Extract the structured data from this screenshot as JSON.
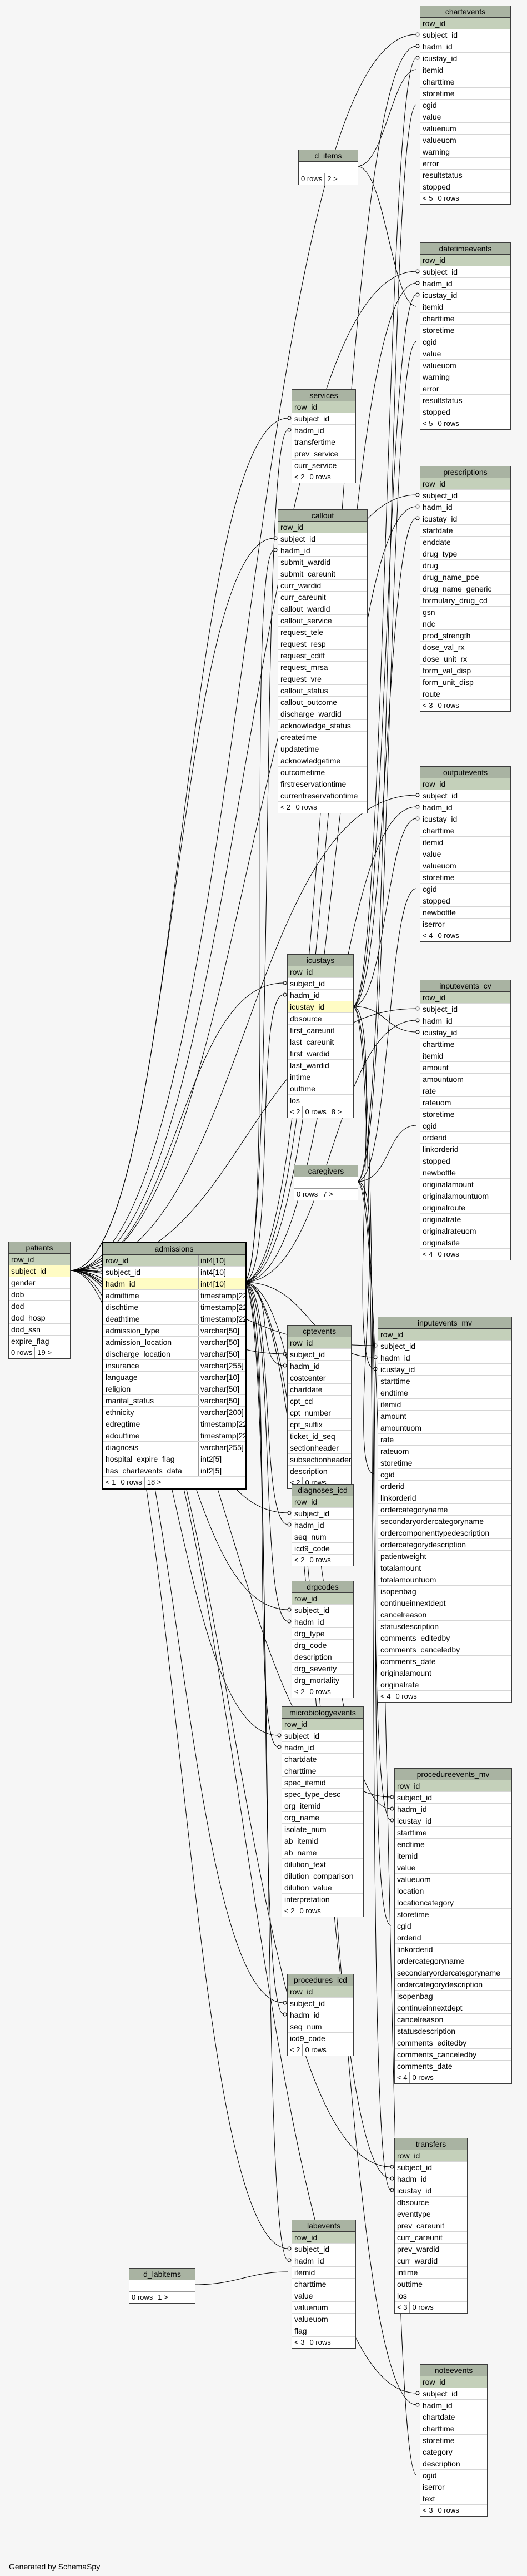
{
  "footer": "Generated by SchemaSpy",
  "tables": [
    {
      "id": "chartevents",
      "name": "chartevents",
      "cols": [
        "row_id",
        "subject_id",
        "hadm_id",
        "icustay_id",
        "itemid",
        "charttime",
        "storetime",
        "cgid",
        "value",
        "valuenum",
        "valueuom",
        "warning",
        "error",
        "resultstatus",
        "stopped"
      ],
      "foot": [
        "< 5",
        "0 rows"
      ]
    },
    {
      "id": "d_items",
      "name": "d_items",
      "cols": [],
      "foot": [
        "0 rows",
        "2 >"
      ]
    },
    {
      "id": "datetimeevents",
      "name": "datetimeevents",
      "cols": [
        "row_id",
        "subject_id",
        "hadm_id",
        "icustay_id",
        "itemid",
        "charttime",
        "storetime",
        "cgid",
        "value",
        "valueuom",
        "warning",
        "error",
        "resultstatus",
        "stopped"
      ],
      "foot": [
        "< 5",
        "0 rows"
      ]
    },
    {
      "id": "services",
      "name": "services",
      "cols": [
        "row_id",
        "subject_id",
        "hadm_id",
        "transfertime",
        "prev_service",
        "curr_service"
      ],
      "foot": [
        "< 2",
        "0 rows"
      ]
    },
    {
      "id": "prescriptions",
      "name": "prescriptions",
      "cols": [
        "row_id",
        "subject_id",
        "hadm_id",
        "icustay_id",
        "startdate",
        "enddate",
        "drug_type",
        "drug",
        "drug_name_poe",
        "drug_name_generic",
        "formulary_drug_cd",
        "gsn",
        "ndc",
        "prod_strength",
        "dose_val_rx",
        "dose_unit_rx",
        "form_val_disp",
        "form_unit_disp",
        "route"
      ],
      "foot": [
        "< 3",
        "0 rows"
      ]
    },
    {
      "id": "callout",
      "name": "callout",
      "cols": [
        "row_id",
        "subject_id",
        "hadm_id",
        "submit_wardid",
        "submit_careunit",
        "curr_wardid",
        "curr_careunit",
        "callout_wardid",
        "callout_service",
        "request_tele",
        "request_resp",
        "request_cdiff",
        "request_mrsa",
        "request_vre",
        "callout_status",
        "callout_outcome",
        "discharge_wardid",
        "acknowledge_status",
        "createtime",
        "updatetime",
        "acknowledgetime",
        "outcometime",
        "firstreservationtime",
        "currentreservationtime"
      ],
      "foot": [
        "< 2",
        "0 rows"
      ]
    },
    {
      "id": "outputevents",
      "name": "outputevents",
      "cols": [
        "row_id",
        "subject_id",
        "hadm_id",
        "icustay_id",
        "charttime",
        "itemid",
        "value",
        "valueuom",
        "storetime",
        "cgid",
        "stopped",
        "newbottle",
        "iserror"
      ],
      "foot": [
        "< 4",
        "0 rows"
      ]
    },
    {
      "id": "icustays",
      "name": "icustays",
      "cols": [
        "row_id",
        "subject_id",
        "hadm_id",
        "icustay_id",
        "dbsource",
        "first_careunit",
        "last_careunit",
        "first_wardid",
        "last_wardid",
        "intime",
        "outtime",
        "los"
      ],
      "foot": [
        "< 2",
        "0 rows",
        "8 >"
      ]
    },
    {
      "id": "inputevents_cv",
      "name": "inputevents_cv",
      "cols": [
        "row_id",
        "subject_id",
        "hadm_id",
        "icustay_id",
        "charttime",
        "itemid",
        "amount",
        "amountuom",
        "rate",
        "rateuom",
        "storetime",
        "cgid",
        "orderid",
        "linkorderid",
        "stopped",
        "newbottle",
        "originalamount",
        "originalamountuom",
        "originalroute",
        "originalrate",
        "originalrateuom",
        "originalsite"
      ],
      "foot": [
        "< 4",
        "0 rows"
      ]
    },
    {
      "id": "caregivers",
      "name": "caregivers",
      "cols": [],
      "foot": [
        "0 rows",
        "7 >"
      ]
    },
    {
      "id": "patients",
      "name": "patients",
      "cols": [
        "row_id",
        "subject_id",
        "gender",
        "dob",
        "dod",
        "dod_hosp",
        "dod_ssn",
        "expire_flag"
      ],
      "foot": [
        "0 rows",
        "19 >"
      ]
    },
    {
      "id": "admissions",
      "name": "admissions",
      "cols": [
        "row_id",
        "subject_id",
        "hadm_id",
        "admittime",
        "dischtime",
        "deathtime",
        "admission_type",
        "admission_location",
        "discharge_location",
        "insurance",
        "language",
        "religion",
        "marital_status",
        "ethnicity",
        "edregtime",
        "edouttime",
        "diagnosis",
        "hospital_expire_flag",
        "has_chartevents_data"
      ],
      "types": [
        "int4[10]",
        "int4[10]",
        "int4[10]",
        "timestamp[22]",
        "timestamp[22]",
        "timestamp[22]",
        "varchar[50]",
        "varchar[50]",
        "varchar[50]",
        "varchar[255]",
        "varchar[10]",
        "varchar[50]",
        "varchar[50]",
        "varchar[200]",
        "timestamp[22]",
        "timestamp[22]",
        "varchar[255]",
        "int2[5]",
        "int2[5]"
      ],
      "foot": [
        "< 1",
        "0 rows",
        "18 >"
      ]
    },
    {
      "id": "cptevents",
      "name": "cptevents",
      "cols": [
        "row_id",
        "subject_id",
        "hadm_id",
        "costcenter",
        "chartdate",
        "cpt_cd",
        "cpt_number",
        "cpt_suffix",
        "ticket_id_seq",
        "sectionheader",
        "subsectionheader",
        "description"
      ],
      "foot": [
        "< 2",
        "0 rows"
      ]
    },
    {
      "id": "inputevents_mv",
      "name": "inputevents_mv",
      "cols": [
        "row_id",
        "subject_id",
        "hadm_id",
        "icustay_id",
        "starttime",
        "endtime",
        "itemid",
        "amount",
        "amountuom",
        "rate",
        "rateuom",
        "storetime",
        "cgid",
        "orderid",
        "linkorderid",
        "ordercategoryname",
        "secondaryordercategoryname",
        "ordercomponenttypedescription",
        "ordercategorydescription",
        "patientweight",
        "totalamount",
        "totalamountuom",
        "isopenbag",
        "continueinnextdept",
        "cancelreason",
        "statusdescription",
        "comments_editedby",
        "comments_canceledby",
        "comments_date",
        "originalamount",
        "originalrate"
      ],
      "foot": [
        "< 4",
        "0 rows"
      ]
    },
    {
      "id": "diagnoses_icd",
      "name": "diagnoses_icd",
      "cols": [
        "row_id",
        "subject_id",
        "hadm_id",
        "seq_num",
        "icd9_code"
      ],
      "foot": [
        "< 2",
        "0 rows"
      ]
    },
    {
      "id": "drgcodes",
      "name": "drgcodes",
      "cols": [
        "row_id",
        "subject_id",
        "hadm_id",
        "drg_type",
        "drg_code",
        "description",
        "drg_severity",
        "drg_mortality"
      ],
      "foot": [
        "< 2",
        "0 rows"
      ]
    },
    {
      "id": "microbiologyevents",
      "name": "microbiologyevents",
      "cols": [
        "row_id",
        "subject_id",
        "hadm_id",
        "chartdate",
        "charttime",
        "spec_itemid",
        "spec_type_desc",
        "org_itemid",
        "org_name",
        "isolate_num",
        "ab_itemid",
        "ab_name",
        "dilution_text",
        "dilution_comparison",
        "dilution_value",
        "interpretation"
      ],
      "foot": [
        "< 2",
        "0 rows"
      ]
    },
    {
      "id": "procedureevents_mv",
      "name": "procedureevents_mv",
      "cols": [
        "row_id",
        "subject_id",
        "hadm_id",
        "icustay_id",
        "starttime",
        "endtime",
        "itemid",
        "value",
        "valueuom",
        "location",
        "locationcategory",
        "storetime",
        "cgid",
        "orderid",
        "linkorderid",
        "ordercategoryname",
        "secondaryordercategoryname",
        "ordercategorydescription",
        "isopenbag",
        "continueinnextdept",
        "cancelreason",
        "statusdescription",
        "comments_editedby",
        "comments_canceledby",
        "comments_date"
      ],
      "foot": [
        "< 4",
        "0 rows"
      ]
    },
    {
      "id": "procedures_icd",
      "name": "procedures_icd",
      "cols": [
        "row_id",
        "subject_id",
        "hadm_id",
        "seq_num",
        "icd9_code"
      ],
      "foot": [
        "< 2",
        "0 rows"
      ]
    },
    {
      "id": "transfers",
      "name": "transfers",
      "cols": [
        "row_id",
        "subject_id",
        "hadm_id",
        "icustay_id",
        "dbsource",
        "eventtype",
        "prev_careunit",
        "curr_careunit",
        "prev_wardid",
        "curr_wardid",
        "intime",
        "outtime",
        "los"
      ],
      "foot": [
        "< 3",
        "0 rows"
      ]
    },
    {
      "id": "labevents",
      "name": "labevents",
      "cols": [
        "row_id",
        "subject_id",
        "hadm_id",
        "itemid",
        "charttime",
        "value",
        "valuenum",
        "valueuom",
        "flag"
      ],
      "foot": [
        "< 3",
        "0 rows"
      ]
    },
    {
      "id": "d_labitems",
      "name": "d_labitems",
      "cols": [],
      "foot": [
        "0 rows",
        "1 >"
      ]
    },
    {
      "id": "noteevents",
      "name": "noteevents",
      "cols": [
        "row_id",
        "subject_id",
        "hadm_id",
        "chartdate",
        "charttime",
        "storetime",
        "category",
        "description",
        "cgid",
        "iserror",
        "text"
      ],
      "foot": [
        "< 3",
        "0 rows"
      ]
    }
  ]
}
